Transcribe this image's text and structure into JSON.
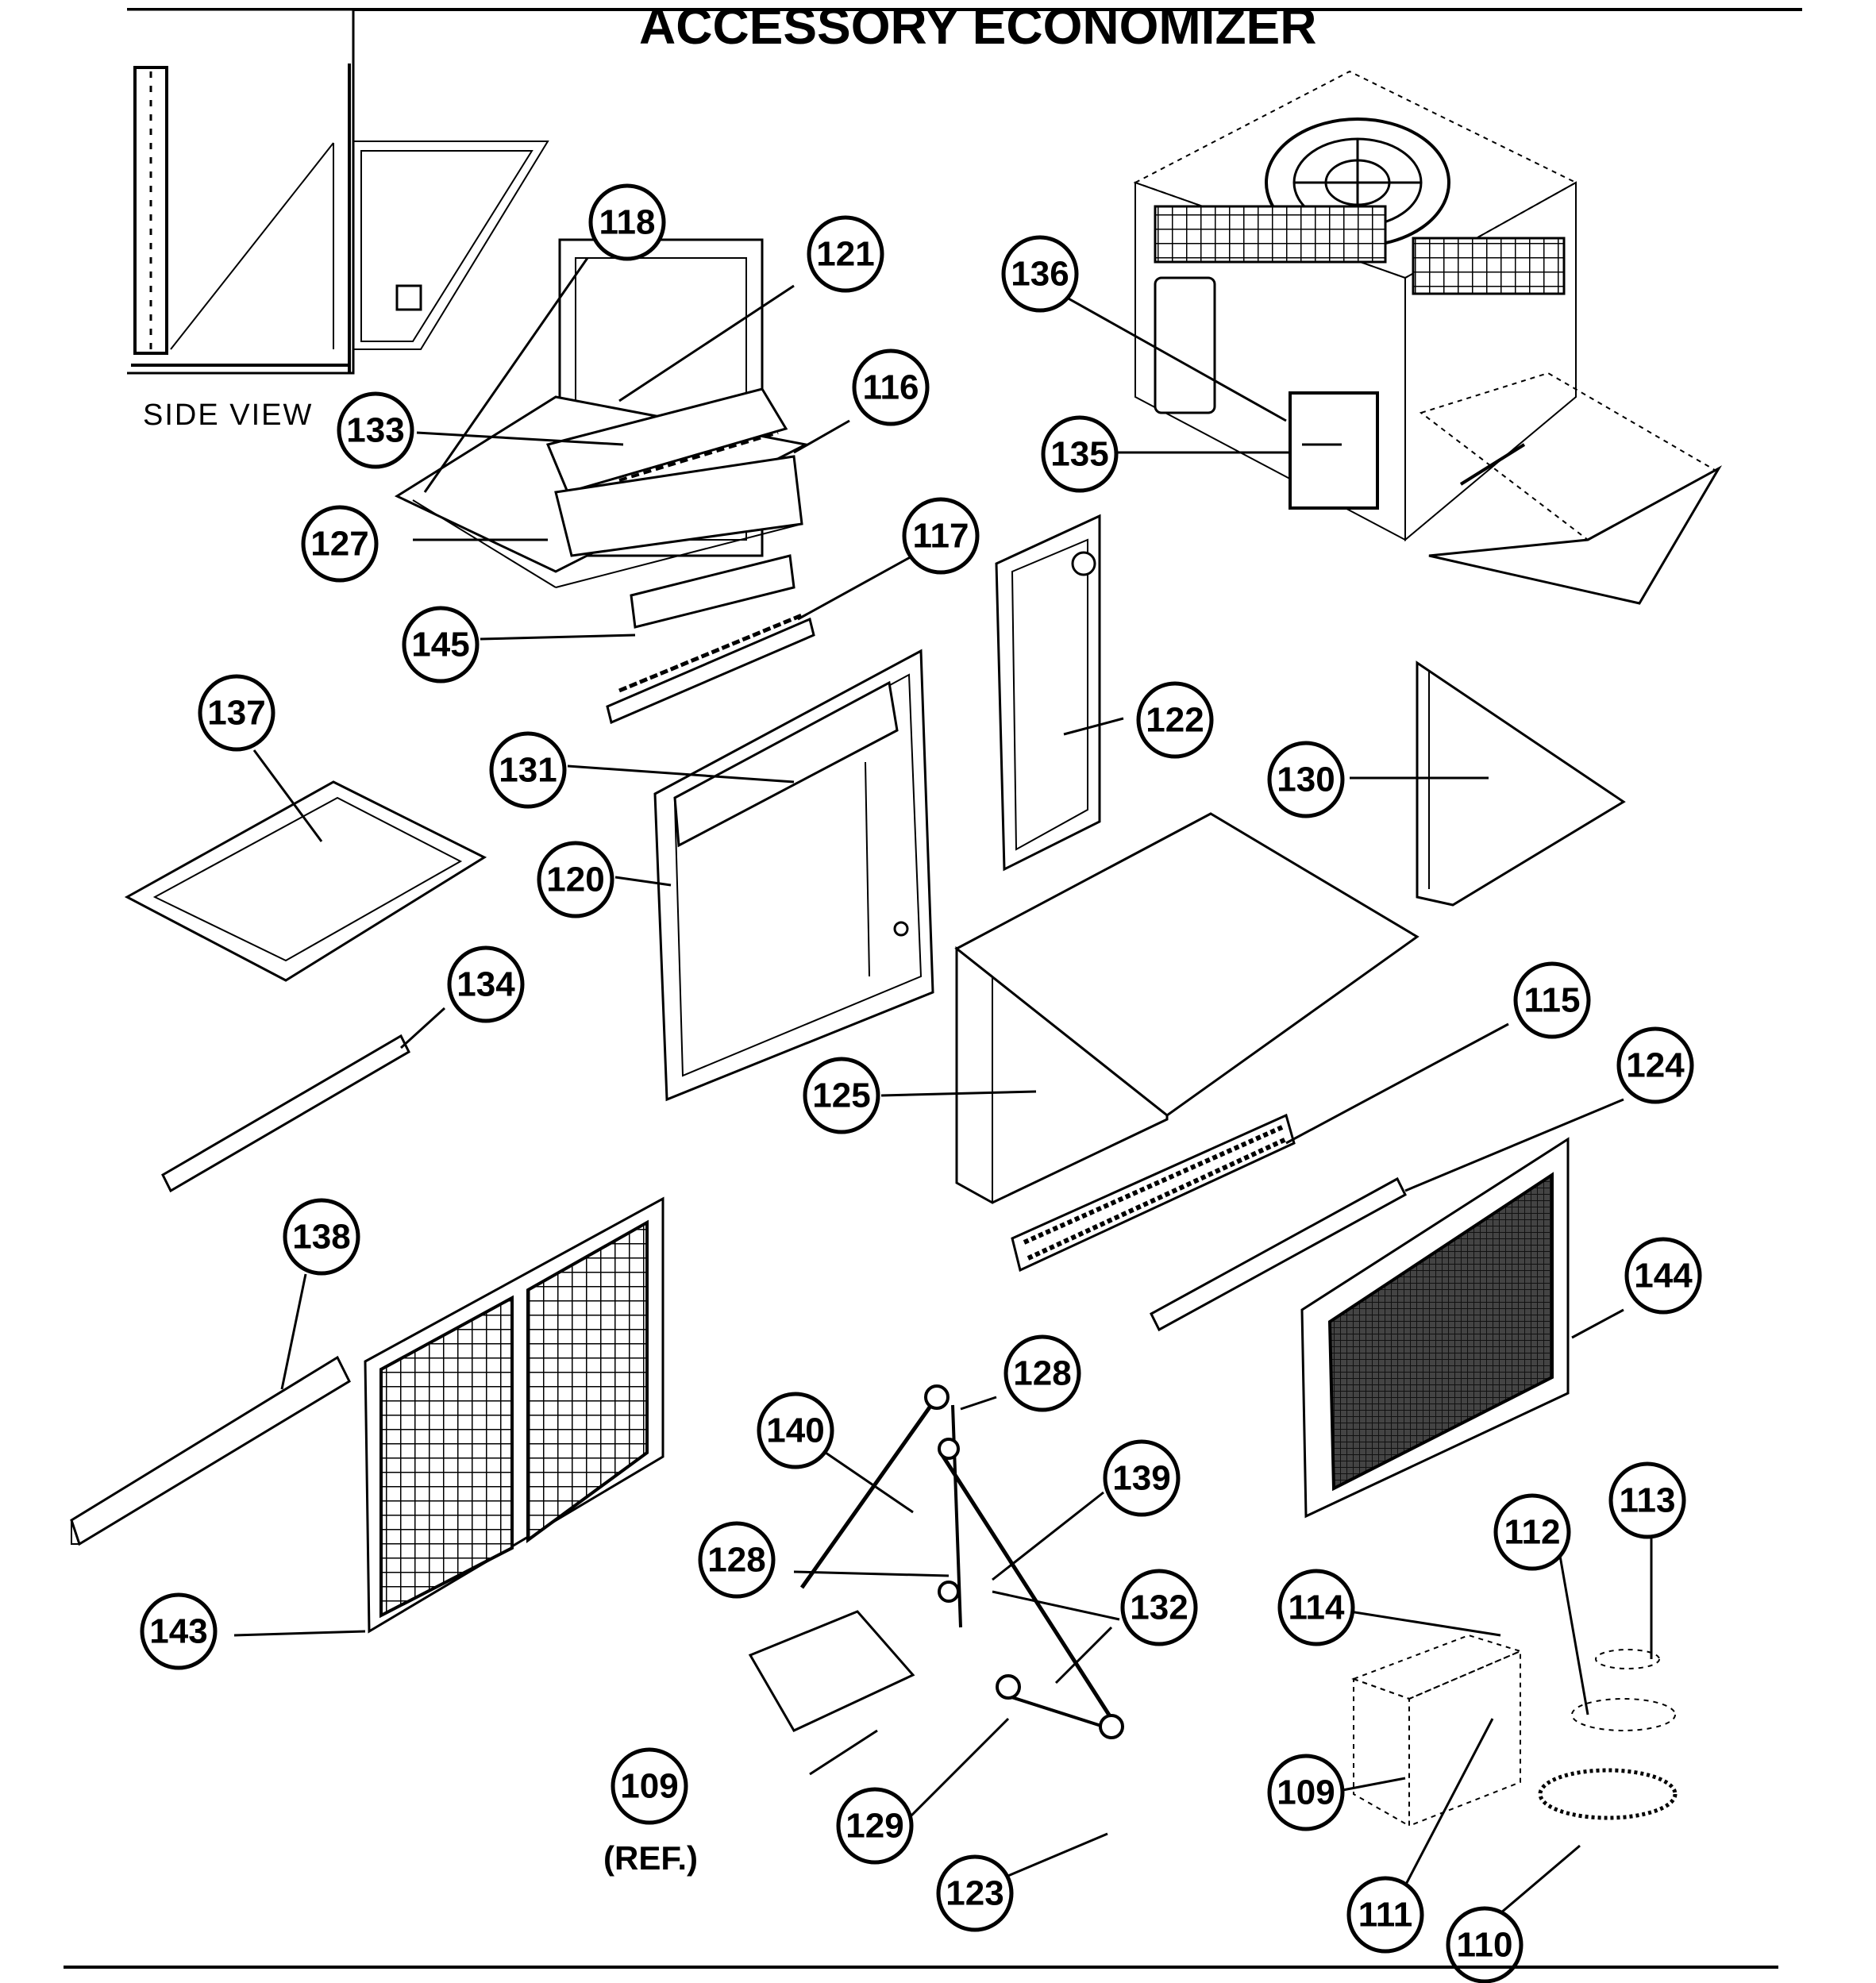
{
  "title": "ACCESSORY ECONOMIZER",
  "side_view_label": "SIDE VIEW",
  "ref_label": "(REF.)",
  "footer_text": "",
  "callouts": [
    {
      "id": "c118",
      "label": "118"
    },
    {
      "id": "c121",
      "label": "121"
    },
    {
      "id": "c116",
      "label": "116"
    },
    {
      "id": "c133",
      "label": "133"
    },
    {
      "id": "c127",
      "label": "127"
    },
    {
      "id": "c117",
      "label": "117"
    },
    {
      "id": "c145",
      "label": "145"
    },
    {
      "id": "c136",
      "label": "136"
    },
    {
      "id": "c135",
      "label": "135"
    },
    {
      "id": "c137",
      "label": "137"
    },
    {
      "id": "c131",
      "label": "131"
    },
    {
      "id": "c122",
      "label": "122"
    },
    {
      "id": "c130",
      "label": "130"
    },
    {
      "id": "c120",
      "label": "120"
    },
    {
      "id": "c134",
      "label": "134"
    },
    {
      "id": "c115",
      "label": "115"
    },
    {
      "id": "c125",
      "label": "125"
    },
    {
      "id": "c124",
      "label": "124"
    },
    {
      "id": "c138",
      "label": "138"
    },
    {
      "id": "c144",
      "label": "144"
    },
    {
      "id": "c128a",
      "label": "128"
    },
    {
      "id": "c140",
      "label": "140"
    },
    {
      "id": "c139",
      "label": "139"
    },
    {
      "id": "c128b",
      "label": "128"
    },
    {
      "id": "c132",
      "label": "132"
    },
    {
      "id": "c143",
      "label": "143"
    },
    {
      "id": "c113",
      "label": "113"
    },
    {
      "id": "c112",
      "label": "112"
    },
    {
      "id": "c114",
      "label": "114"
    },
    {
      "id": "c109a",
      "label": "109"
    },
    {
      "id": "c109b",
      "label": "109"
    },
    {
      "id": "c129",
      "label": "129"
    },
    {
      "id": "c123",
      "label": "123"
    },
    {
      "id": "c111",
      "label": "111"
    },
    {
      "id": "c110",
      "label": "110"
    }
  ]
}
